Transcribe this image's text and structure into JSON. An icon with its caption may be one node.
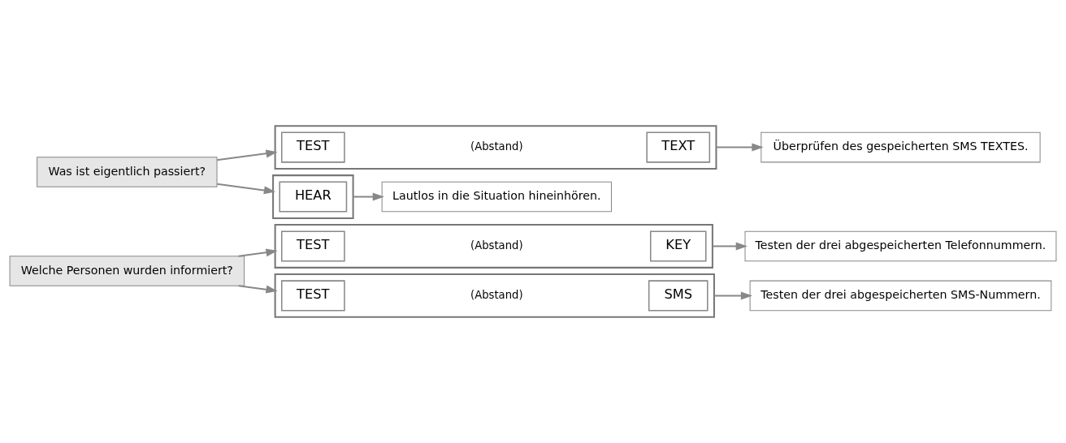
{
  "diagram": {
    "nodes": [
      {
        "text": [
          "Welche Personen wurden informiert?"
        ]
      },
      {
        "text": [],
        "shape": "arrow"
      },
      {
        "text": [
          "TEST"
        ],
        "in": 1
      },
      {
        "text": [
          "KEY"
        ],
        "in": 1
      },
      {
        "text": [
          "Testen der drei abgespeicherten Telefonnummern."
        ]
      },
      {
        "text": [],
        "shape": "arrow"
      },
      {
        "text": [
          "TEST"
        ],
        "in": 5
      },
      {
        "text": [
          "SMS"
        ],
        "in": 5
      },
      {
        "text": [
          "Testen der drei abgespeicherten SMS-Nummern."
        ]
      },
      {
        "text": [
          "Was ist eigentlich passiert?"
        ]
      },
      {
        "text": [],
        "shape": "arrow"
      },
      {
        "text": [
          "HEAR"
        ],
        "in": 10
      },
      {
        "text": [
          "Lautlos in die Situation hineinhören."
        ]
      },
      {
        "text": [],
        "shape": "arrow"
      },
      {
        "text": [
          "TEST"
        ],
        "in": 13
      },
      {
        "text": [
          "TEXT"
        ],
        "in": 13
      },
      {
        "text": [
          "Überprüfen des gespeicherten SMS TEXTES."
        ]
      }
    ],
    "edges": [
      {
        "from": 0,
        "to": 1,
        "arrow": "to"
      },
      {
        "from": 0,
        "to": 5,
        "arrow": "to"
      },
      {
        "from": 1,
        "to": 4,
        "arrow": "to"
      },
      {
        "from": 5,
        "to": 8,
        "arrow": "to"
      },
      {
        "from": 9,
        "to": 10,
        "arrow": "to"
      },
      {
        "from": 9,
        "to": 13,
        "arrow": "to"
      },
      {
        "from": 10,
        "to": 12,
        "arrow": "to"
      },
      {
        "from": 13,
        "to": 16,
        "arrow": "to"
      }
    ],
    "labels": [
      "(Abstand)",
      "(Abstand)",
      "(Abstand)"
    ]
  }
}
